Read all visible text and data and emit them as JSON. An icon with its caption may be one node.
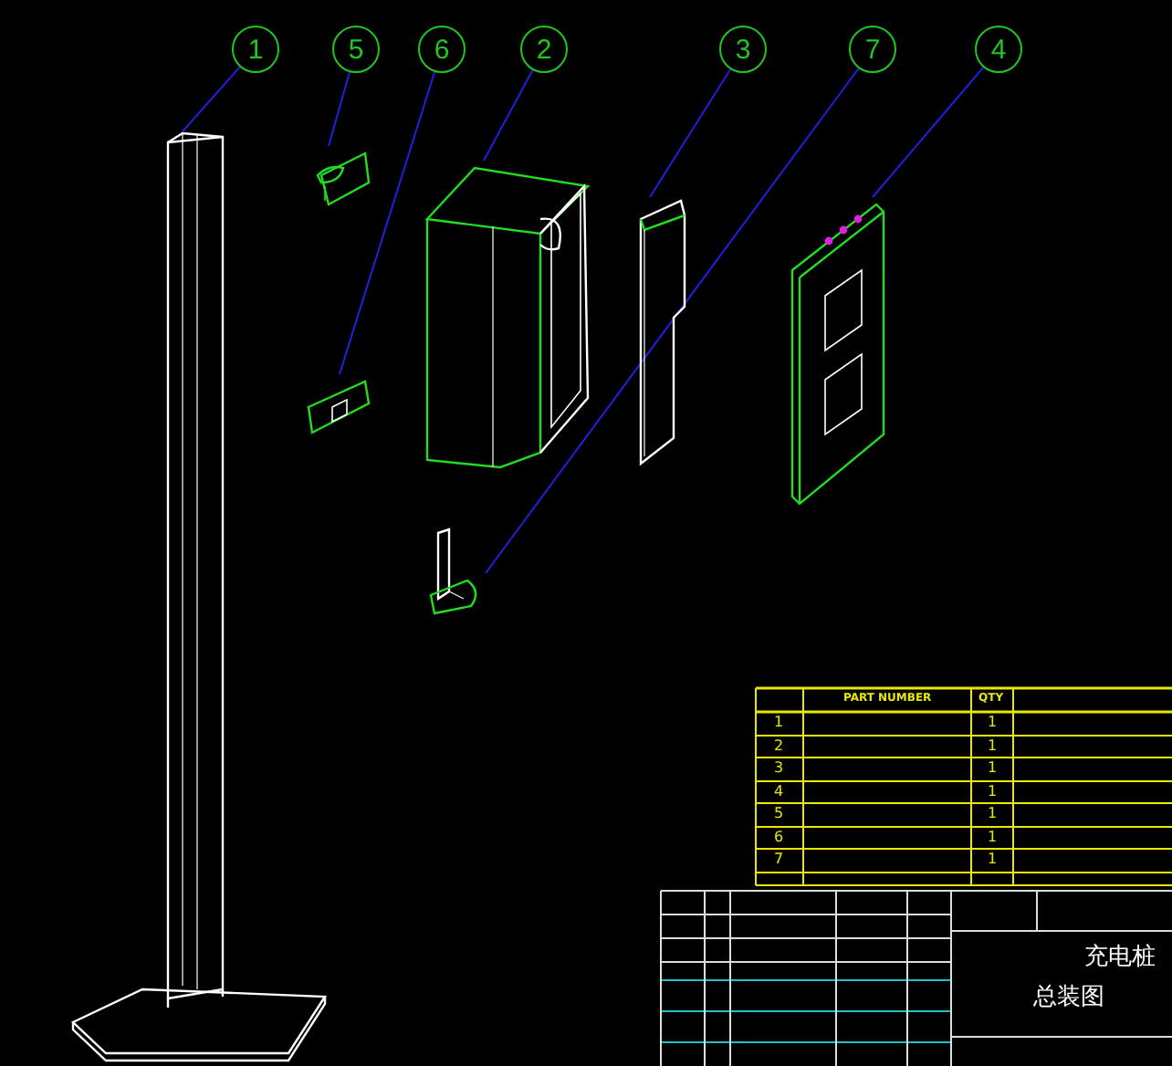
{
  "diagram": {
    "nodes": [
      {
        "text": [
          "1"
        ]
      },
      {
        "text": [
          "5"
        ]
      },
      {
        "text": [
          "6"
        ]
      },
      {
        "text": [
          "2"
        ]
      },
      {
        "text": [
          "3"
        ]
      },
      {
        "text": [
          "7"
        ]
      },
      {
        "text": [
          "4"
        ]
      },
      {
        "text": [],
        "shape": "picture"
      },
      {
        "text": [],
        "shape": "picture"
      },
      {
        "text": [],
        "shape": "picture"
      },
      {
        "text": [],
        "shape": "picture"
      },
      {
        "text": [],
        "shape": "picture"
      },
      {
        "text": [],
        "shape": "picture"
      },
      {
        "text": [],
        "shape": "picture"
      }
    ],
    "edges": [
      {
        "from": 0,
        "to": 7,
        "arrow": "none"
      },
      {
        "from": 1,
        "to": 8,
        "arrow": "none"
      },
      {
        "from": 2,
        "to": 12,
        "arrow": "none"
      },
      {
        "from": 3,
        "to": 9,
        "arrow": "none"
      },
      {
        "from": 4,
        "to": 10,
        "arrow": "none"
      },
      {
        "from": 5,
        "to": 13,
        "arrow": "none"
      },
      {
        "from": 6,
        "to": 11,
        "arrow": "none"
      }
    ],
    "labels": [
      "PART NUMBER",
      "QTY",
      "1",
      "1",
      "2",
      "1",
      "3",
      "1",
      "4",
      "1",
      "5",
      "1",
      "6",
      "1",
      "7",
      "1",
      "充电桩",
      "总装图"
    ]
  }
}
